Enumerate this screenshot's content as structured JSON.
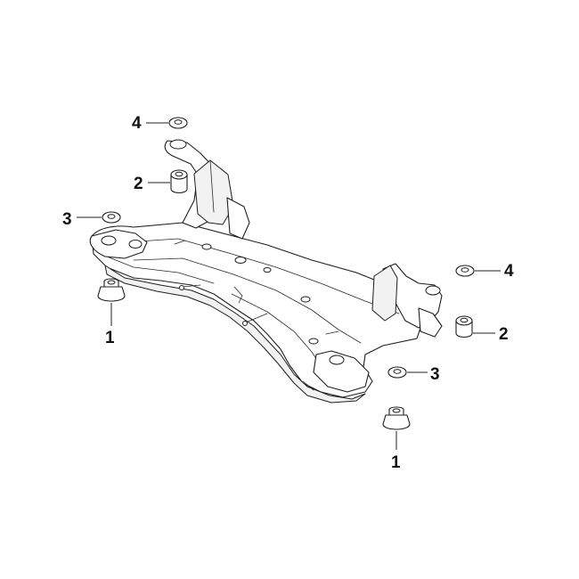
{
  "callouts": [
    {
      "number": "4",
      "part": "washer"
    },
    {
      "number": "2",
      "part": "bushing"
    },
    {
      "number": "3",
      "part": "washer"
    },
    {
      "number": "1",
      "part": "nut"
    },
    {
      "number": "4",
      "part": "washer"
    },
    {
      "number": "2",
      "part": "bushing"
    },
    {
      "number": "3",
      "part": "washer"
    },
    {
      "number": "1",
      "part": "nut"
    }
  ]
}
